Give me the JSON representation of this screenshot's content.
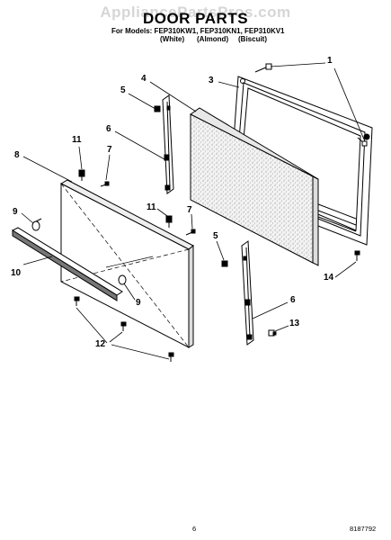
{
  "watermark": "AppliancePartsPros.com",
  "title": "DOOR PARTS",
  "models_line": "For Models: FEP310KW1, FEP310KN1, FEP310KV1",
  "variants": [
    "(White)",
    "(Almond)",
    "(Biscuit)"
  ],
  "callouts": [
    "1",
    "3",
    "4",
    "5",
    "6",
    "11",
    "7",
    "8",
    "9",
    "10",
    "11",
    "7",
    "5",
    "6",
    "13",
    "14",
    "9",
    "12"
  ],
  "footer": {
    "page": "6",
    "part_number": "8187792"
  }
}
